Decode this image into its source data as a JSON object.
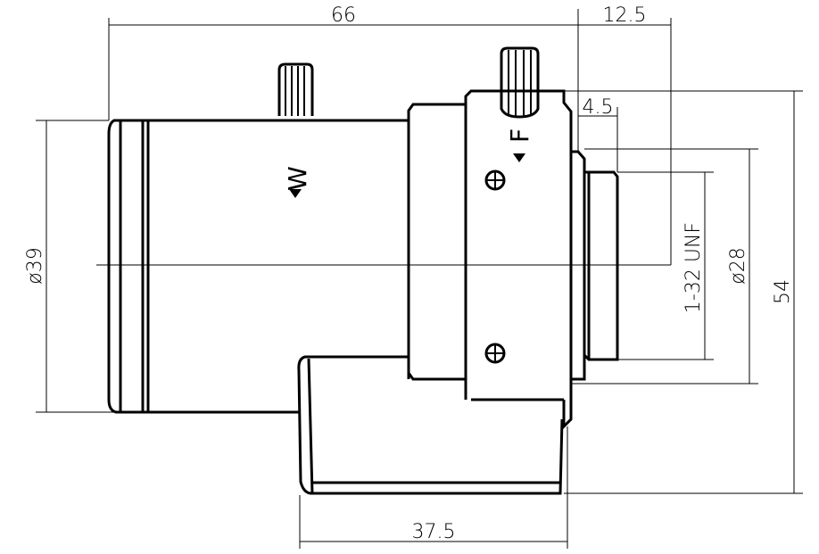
{
  "drawing": {
    "dimensions": {
      "overall_length": "66",
      "back_focus": "12.5",
      "flange": "4.5",
      "front_diameter": "ø39",
      "mount_thread": "1-32 UNF",
      "rear_diameter": "ø28",
      "height": "54",
      "box_width": "37.5"
    },
    "ring_labels": {
      "zoom": "W",
      "focus": "F"
    }
  }
}
